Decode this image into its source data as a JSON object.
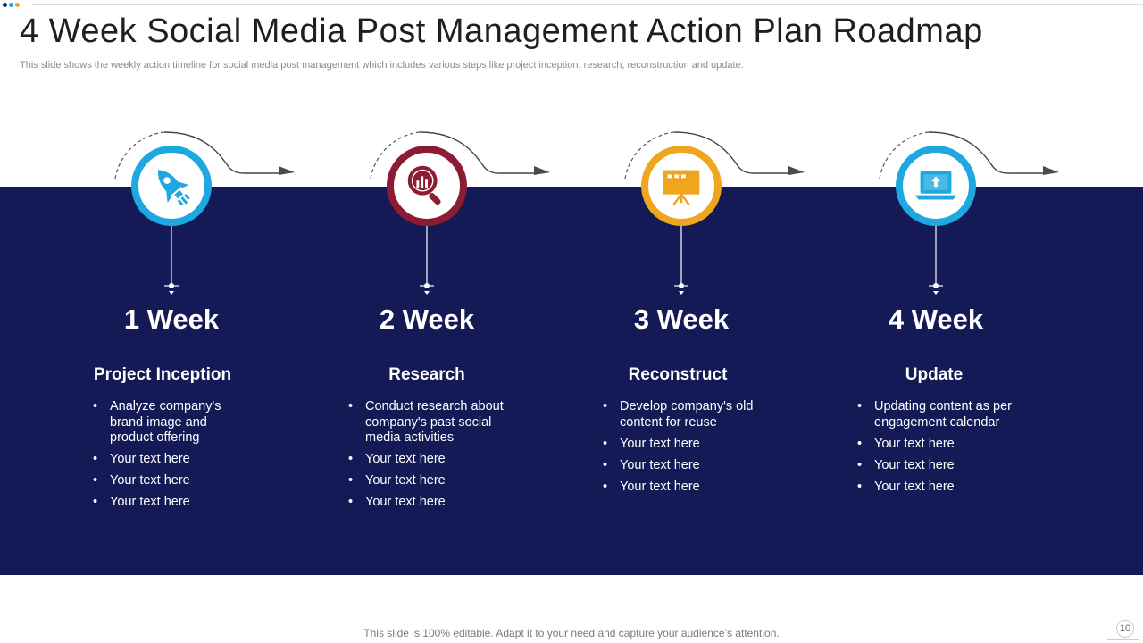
{
  "header": {
    "title": "4 Week Social Media Post Management Action Plan Roadmap",
    "subtitle": "This slide shows the weekly action timeline for social media post management which includes various steps like project inception, research, reconstruction and update."
  },
  "decor_colors": [
    "#1e2a6d",
    "#1fa8e0",
    "#f2a43a"
  ],
  "band_color": "#131a55",
  "steps": [
    {
      "week": "1 Week",
      "title": "Project Inception",
      "icon": "rocket-icon",
      "color": "#1fa8e0",
      "bullets": [
        "Analyze company's brand image and product offering",
        "Your text here",
        "Your text here",
        "Your text here"
      ]
    },
    {
      "week": "2 Week",
      "title": "Research",
      "icon": "magnifier-chart-icon",
      "color": "#8c1c33",
      "bullets": [
        "Conduct research about company's past social media activities",
        "Your text here",
        "Your text here",
        "Your text here"
      ]
    },
    {
      "week": "3 Week",
      "title": "Reconstruct",
      "icon": "presentation-board-icon",
      "color": "#f0a51f",
      "bullets": [
        "Develop company's old content for reuse",
        "Your text here",
        "Your text here",
        "Your text here"
      ]
    },
    {
      "week": "4 Week",
      "title": "Update",
      "icon": "laptop-upload-icon",
      "color": "#1fa8e0",
      "bullets": [
        "Updating content as per engagement calendar",
        "Your text here",
        "Your text here",
        "Your text here"
      ]
    }
  ],
  "footer": {
    "note": "This slide is 100% editable. Adapt it to your need and capture your audience’s attention.",
    "page_number": "10"
  }
}
